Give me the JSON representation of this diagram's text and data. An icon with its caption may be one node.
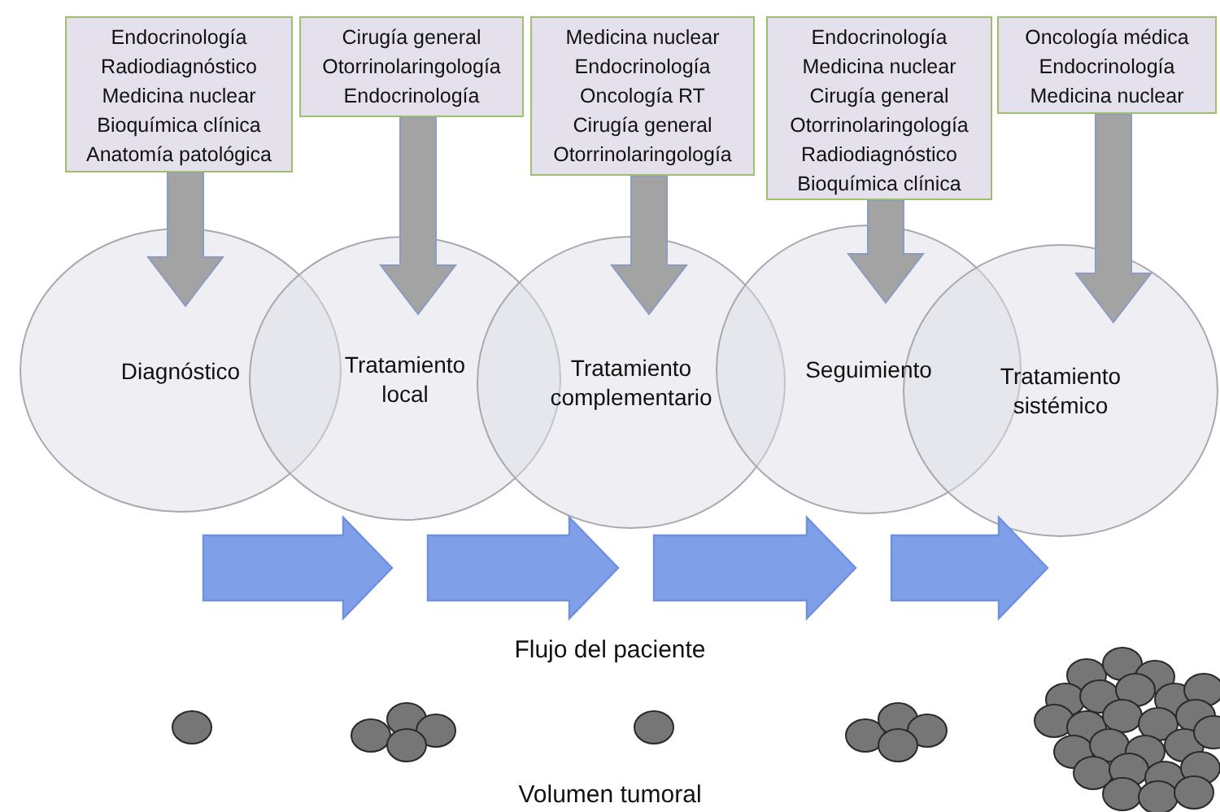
{
  "diagram": {
    "nodes": [
      {
        "text": [
          "Endocrinología",
          "Radiodiagnóstico",
          "Medicina nuclear",
          "Bioquímica clínica",
          "Anatomía patológica"
        ]
      },
      {
        "text": [
          "Cirugía general",
          "Otorrinolaringología",
          "Endocrinología"
        ]
      },
      {
        "text": [
          "Medicina nuclear",
          "Endocrinología",
          "Oncología RT",
          "Cirugía general",
          "Otorrinolaringología"
        ]
      },
      {
        "text": [
          "Endocrinología",
          "Medicina nuclear",
          "Cirugía general",
          "Otorrinolaringología",
          "Radiodiagnóstico",
          "Bioquímica clínica"
        ]
      },
      {
        "text": [
          "Oncología médica",
          "Endocrinología",
          "Medicina nuclear"
        ]
      },
      {
        "text": [
          "Diagnóstico"
        ]
      },
      {
        "text": [
          "Tratamiento local"
        ]
      },
      {
        "text": [
          "Tratamiento complementario"
        ]
      },
      {
        "text": [
          "Seguimiento"
        ]
      },
      {
        "text": [
          "Tratamiento sistémico"
        ]
      }
    ],
    "edges": [
      {
        "from": 0,
        "to": 5,
        "arrow": "to"
      },
      {
        "from": 1,
        "to": 6,
        "arrow": "to"
      },
      {
        "from": 2,
        "to": 7,
        "arrow": "to"
      },
      {
        "from": 3,
        "to": 8,
        "arrow": "to"
      },
      {
        "from": 4,
        "to": 9,
        "arrow": "to"
      },
      {
        "from": 5,
        "to": 6,
        "arrow": "to",
        "style": "thick",
        "color": "#7f9fe8"
      },
      {
        "from": 6,
        "to": 7,
        "arrow": "to",
        "style": "thick",
        "color": "#7f9fe8"
      },
      {
        "from": 7,
        "to": 8,
        "arrow": "to",
        "style": "thick",
        "color": "#7f9fe8"
      },
      {
        "from": 8,
        "to": 9,
        "arrow": "to",
        "style": "thick",
        "color": "#7f9fe8"
      }
    ],
    "labels": [
      "Flujo del paciente",
      "Volumen tumoral"
    ]
  }
}
